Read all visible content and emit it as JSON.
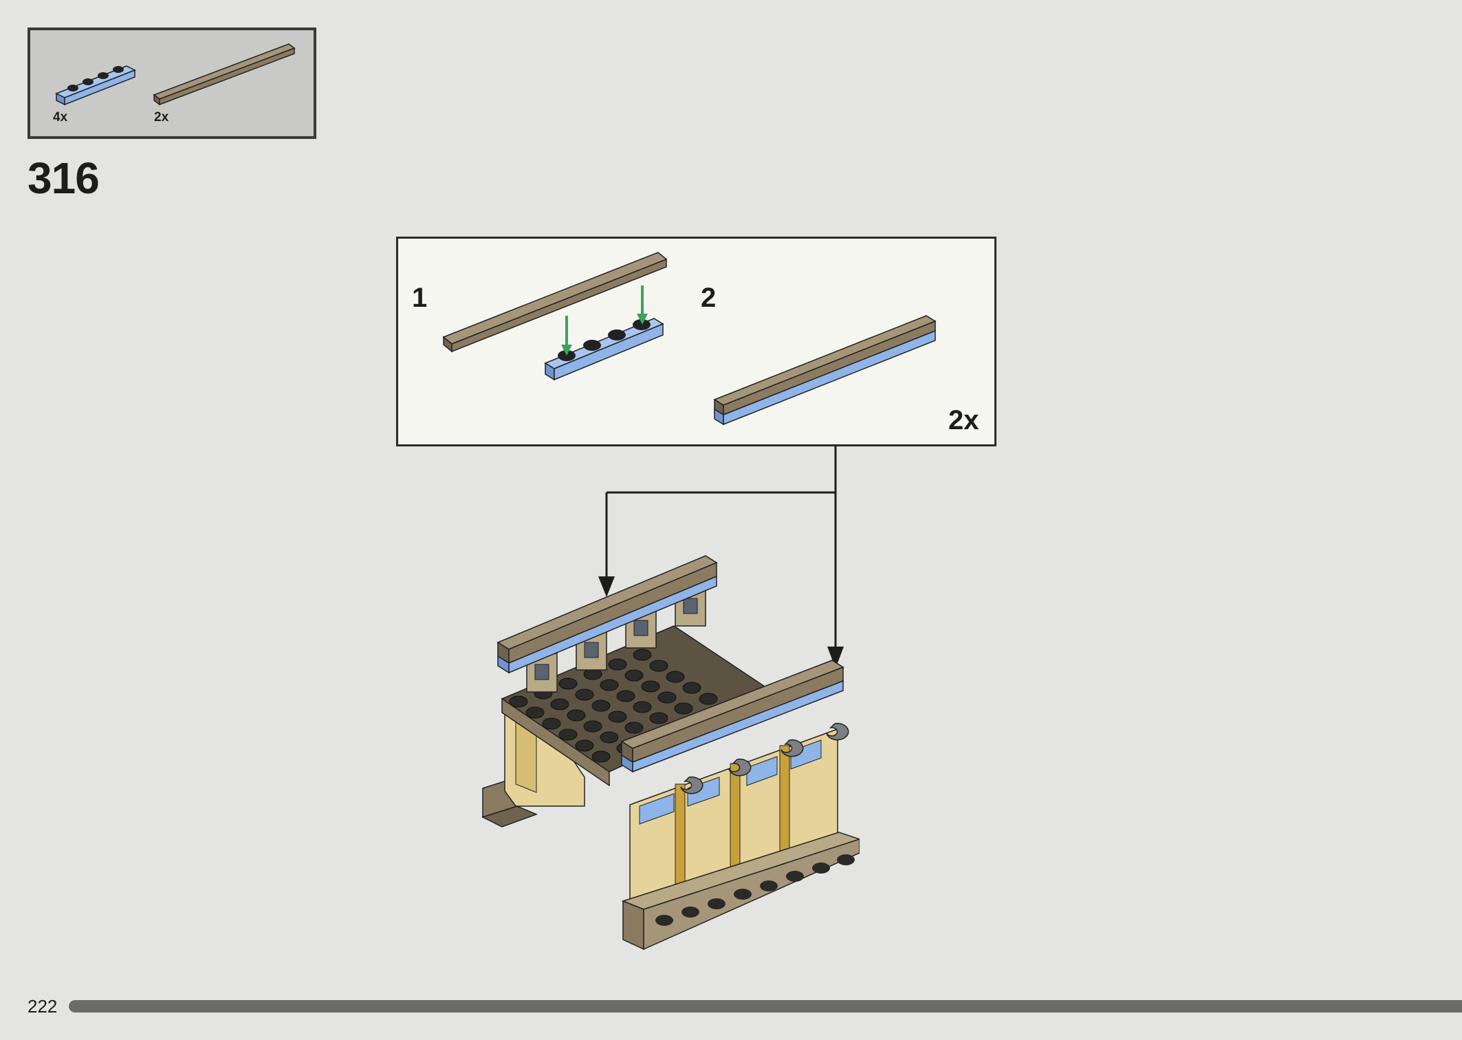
{
  "page": {
    "number": "222",
    "progress_fraction": 1.0
  },
  "step": {
    "number": "316"
  },
  "parts_list": [
    {
      "quantity": "4x",
      "part": "1x4 plate, bright light blue"
    },
    {
      "quantity": "2x",
      "part": "1x8 tile, dark tan"
    }
  ],
  "submodel": {
    "steps": [
      {
        "label": "1"
      },
      {
        "label": "2"
      }
    ],
    "multiplier": "2x"
  },
  "colors": {
    "background": "#e4e4e3",
    "parts_box": "#c9c9c8",
    "submodel_box": "#f6f6f1",
    "light_blue": "#8fb4e8",
    "dark_tan": "#8b7b61",
    "arrow_green": "#3aa45a",
    "progress": "#6b6b69"
  }
}
